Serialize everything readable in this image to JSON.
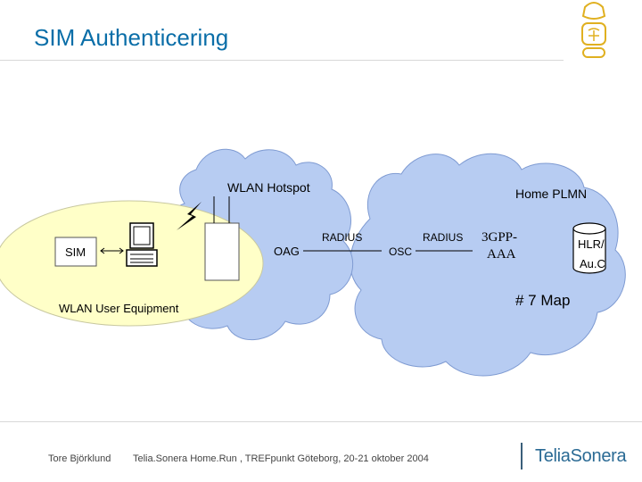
{
  "slide": {
    "title": "SIM Authenticering"
  },
  "diagram": {
    "hotspot_label": "WLAN Hotspot",
    "plmn_label": "Home PLMN",
    "sim_label": "SIM",
    "ue_label": "WLAN User Equipment",
    "oag_label": "OAG",
    "radius_label_1": "RADIUS",
    "osc_label": "OSC",
    "radius_label_2": "RADIUS",
    "aaa_line1": "3GPP-",
    "aaa_line2": "AAA",
    "hlr_line1": "HLR/",
    "hlr_line2": "Au.C",
    "map_label": "# 7 Map",
    "colors": {
      "cloud_fill": "#b7ccf2",
      "ellipse_fill": "#ffffc8",
      "title_blue": "#0a6ea8"
    }
  },
  "footer": {
    "author": "Tore Björklund",
    "event": "Telia.Sonera Home.Run , TREFpunkt Göteborg, 20-21 oktober 2004",
    "logo": "TeliaSonera"
  },
  "icons": {
    "corner_logo": "telia-pebble-logo-icon",
    "laptop": "laptop-icon",
    "antenna": "antenna-icon",
    "lightning": "lightning-icon",
    "database": "database-cylinder-icon"
  }
}
